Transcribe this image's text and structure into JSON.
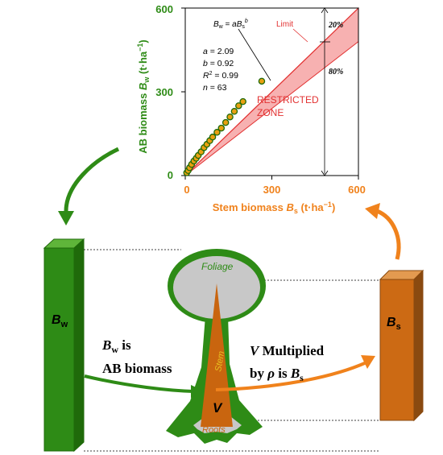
{
  "colors": {
    "green": "#2e8b16",
    "green_dark": "#1f6a0a",
    "orange": "#f0821c",
    "stem_brown": "#c9650f",
    "red_zone": "#f7b1b1",
    "red_line": "#e23232",
    "foliage_gray": "#c8c8c8",
    "point_fill": "#e8a010"
  },
  "chart": {
    "y_axis": {
      "label_pre": "AB biomass ",
      "var_main": "B",
      "var_sub": "w",
      "unit_pre": " (t·ha",
      "unit_sup": "−1",
      "unit_post": ")"
    },
    "x_axis": {
      "label_pre": "Stem biomass ",
      "var_main": "B",
      "var_sub": "s",
      "unit_pre": " (t·ha",
      "unit_sup": "−1",
      "unit_post": ")"
    },
    "x_ticks": [
      "0",
      "300",
      "600"
    ],
    "y_ticks": [
      "0",
      "300",
      "600"
    ],
    "equation": {
      "lhs": "B",
      "lhs_sub": "w",
      "eq": " = ",
      "a": "a",
      "rhs": "B",
      "rhs_sub": "s",
      "exp": "b"
    },
    "stats": [
      {
        "sym": "a",
        "val": " = 2.09"
      },
      {
        "sym": "b",
        "val": " = 0.92"
      },
      {
        "sym": "R",
        "sup": "2",
        "val": " = 0.99"
      },
      {
        "sym": "n",
        "val": " = 63"
      }
    ],
    "limit_label": "Limit",
    "zone_line1": "RESTRICTED",
    "zone_line2": "ZONE",
    "pct_top": "20%",
    "pct_bottom": "80%"
  },
  "chart_data": {
    "type": "scatter",
    "title": "",
    "xlabel": "Stem biomass Bs (t·ha−1)",
    "ylabel": "AB biomass Bw (t·ha−1)",
    "xlim": [
      0,
      600
    ],
    "ylim": [
      0,
      600
    ],
    "grid": false,
    "series": [
      {
        "name": "",
        "points": [
          [
            5,
            10
          ],
          [
            10,
            18
          ],
          [
            15,
            28
          ],
          [
            22,
            40
          ],
          [
            30,
            52
          ],
          [
            38,
            62
          ],
          [
            45,
            72
          ],
          [
            55,
            85
          ],
          [
            65,
            100
          ],
          [
            75,
            112
          ],
          [
            85,
            125
          ],
          [
            95,
            138
          ],
          [
            110,
            155
          ],
          [
            125,
            170
          ],
          [
            140,
            190
          ],
          [
            155,
            210
          ],
          [
            170,
            230
          ],
          [
            185,
            250
          ],
          [
            200,
            265
          ],
          [
            265,
            338
          ]
        ]
      }
    ],
    "limit_line": {
      "x": [
        0,
        600
      ],
      "y": [
        0,
        600
      ]
    },
    "restricted_zone_upper": {
      "x": [
        0,
        600
      ],
      "y": [
        0,
        480
      ]
    },
    "fit": {
      "a": 2.09,
      "b": 0.92,
      "R2": 0.99,
      "n": 63
    }
  },
  "diagram": {
    "bw_box": {
      "main": "B",
      "sub": "w"
    },
    "bs_box": {
      "main": "B",
      "sub": "s"
    },
    "foliage": "Foliage",
    "stem": "Stem",
    "roots": "Roots",
    "volume": "V",
    "left_caption": {
      "l1_main": "B",
      "l1_sub": "w",
      "l1_rest": " is",
      "l2": "AB biomass"
    },
    "right_caption": {
      "l1_sym": "V",
      "l1_rest": " Multiplied",
      "l2_pre": "by ",
      "l2_sym": "ρ",
      "l2_mid": " is ",
      "l2_main": "B",
      "l2_sub": "s"
    }
  }
}
